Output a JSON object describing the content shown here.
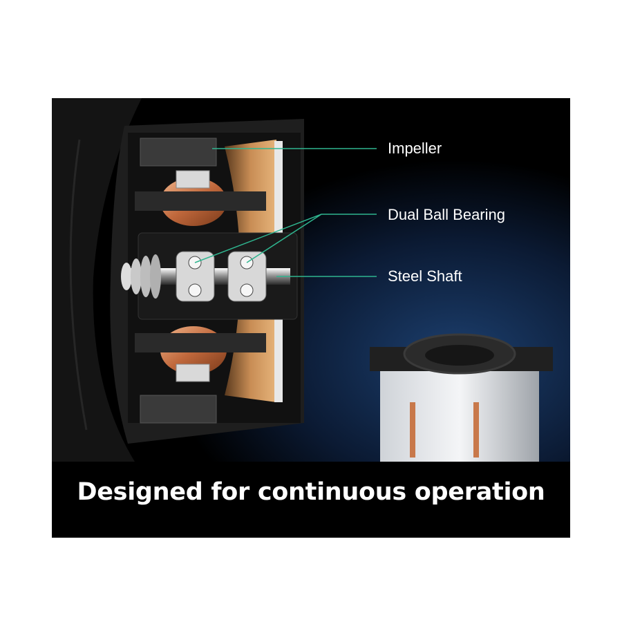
{
  "callouts": [
    {
      "label": "Impeller"
    },
    {
      "label": "Dual Ball Bearing"
    },
    {
      "label": "Steel Shaft"
    }
  ],
  "caption": "Designed for continuous operation",
  "colors": {
    "background": "#000000",
    "callout_line": "#2fb58f",
    "copper": "#c8784a",
    "text": "#ffffff"
  }
}
